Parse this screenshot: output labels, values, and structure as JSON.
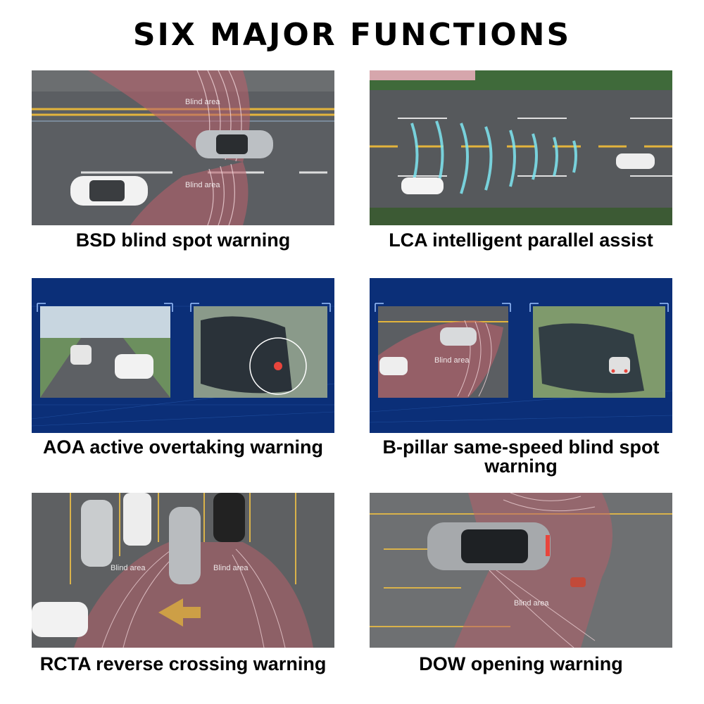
{
  "title": "SIX MAJOR FUNCTIONS",
  "functions": [
    {
      "caption": "BSD blind spot warning",
      "labels": [
        "Blind area",
        "Blind area"
      ]
    },
    {
      "caption": "LCA intelligent parallel assist",
      "labels": []
    },
    {
      "caption": "AOA active overtaking warning",
      "labels": []
    },
    {
      "caption": "B-pillar same-speed blind spot warning",
      "labels": [
        "Blind area"
      ]
    },
    {
      "caption": "RCTA reverse crossing warning",
      "labels": [
        "Blind area",
        "Blind area"
      ]
    },
    {
      "caption": "DOW opening warning",
      "labels": [
        "Blind area"
      ]
    }
  ],
  "colors": {
    "road": "#5b5e62",
    "lane_yellow": "#e3b43c",
    "blind_zone": "#b5606a",
    "radar_cyan": "#7fe6f2",
    "tech_blue": "#0b2f78",
    "warning_red": "#e8453c"
  }
}
